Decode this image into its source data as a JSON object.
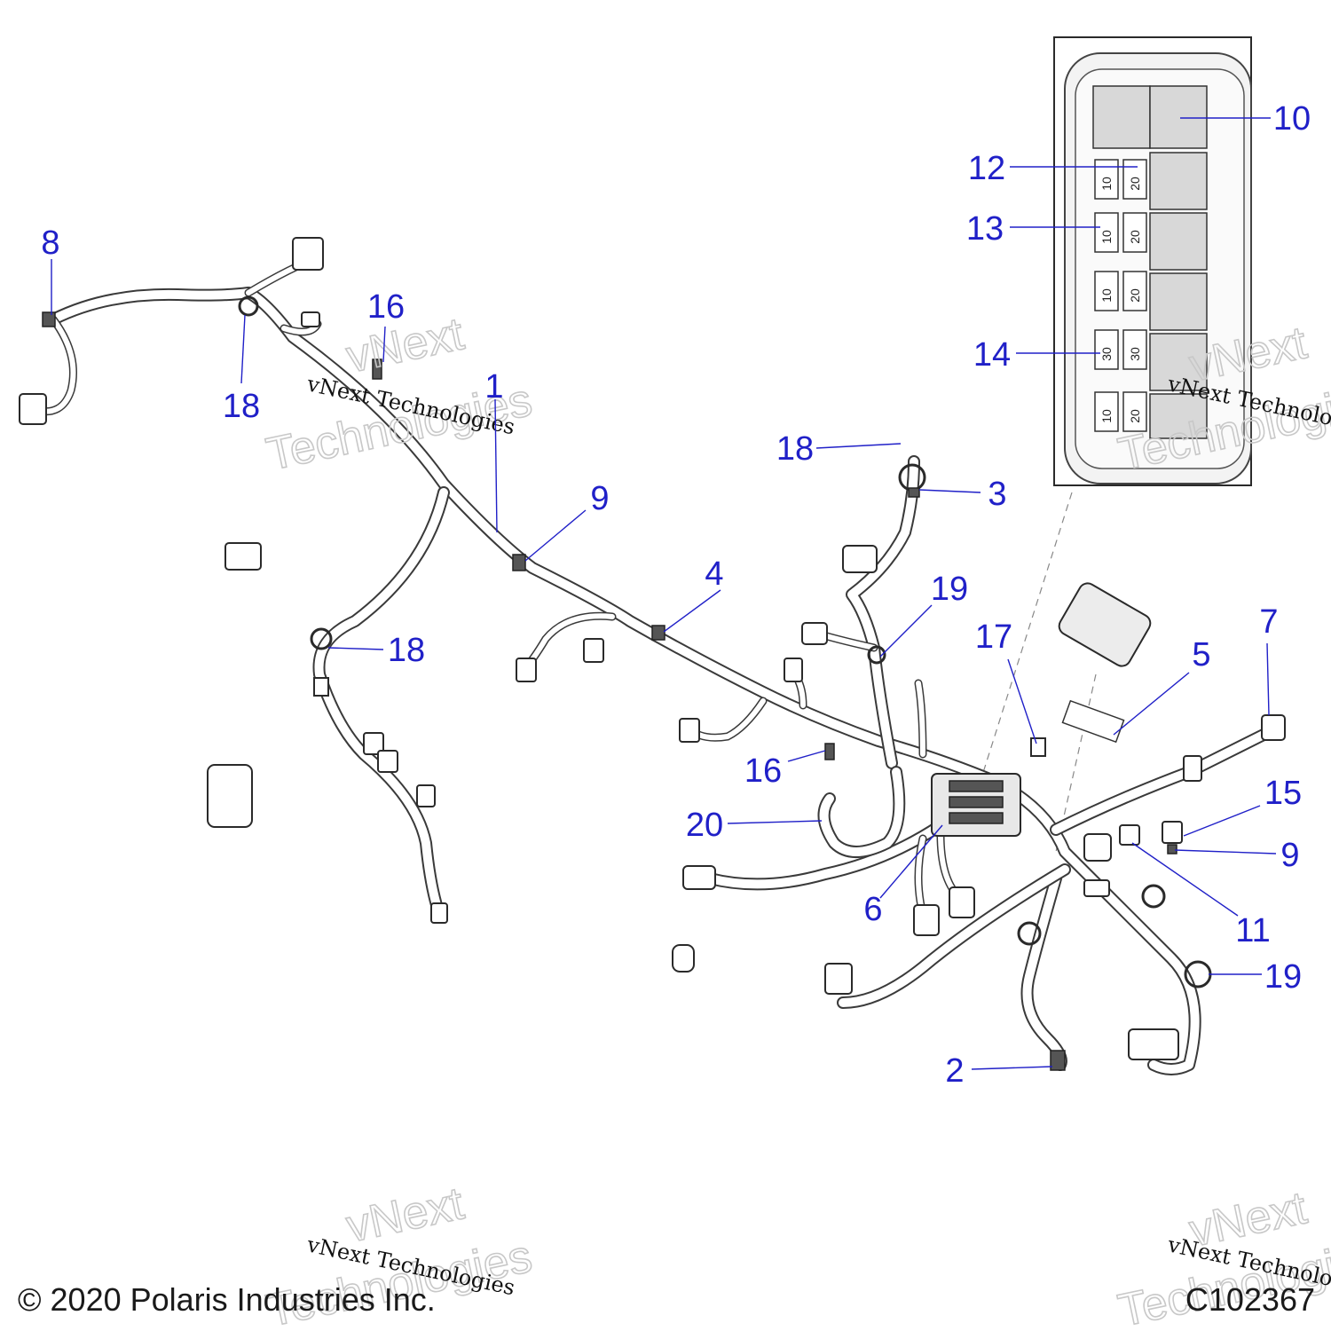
{
  "callouts": {
    "c1": "1",
    "c2": "2",
    "c3": "3",
    "c4": "4",
    "c5": "5",
    "c6": "6",
    "c7": "7",
    "c8": "8",
    "c9a": "9",
    "c9b": "9",
    "c10": "10",
    "c11": "11",
    "c12": "12",
    "c13": "13",
    "c14": "14",
    "c15": "15",
    "c16a": "16",
    "c16b": "16",
    "c17": "17",
    "c18a": "18",
    "c18b": "18",
    "c18c": "18",
    "c19a": "19",
    "c19b": "19",
    "c20": "20"
  },
  "fuse_box": {
    "fuse_ratings": [
      "10",
      "20",
      "10",
      "20",
      "10",
      "20",
      "30",
      "30",
      "10",
      "20"
    ]
  },
  "watermark": {
    "line1": "vNext",
    "line2": "vNext Technologies",
    "line3": "Technologies"
  },
  "footer": {
    "copyright": "© 2020 Polaris Industries Inc.",
    "drawing_number": "C102367"
  },
  "colors": {
    "callout": "#2020c8",
    "line_art": "#2a2a2a"
  }
}
